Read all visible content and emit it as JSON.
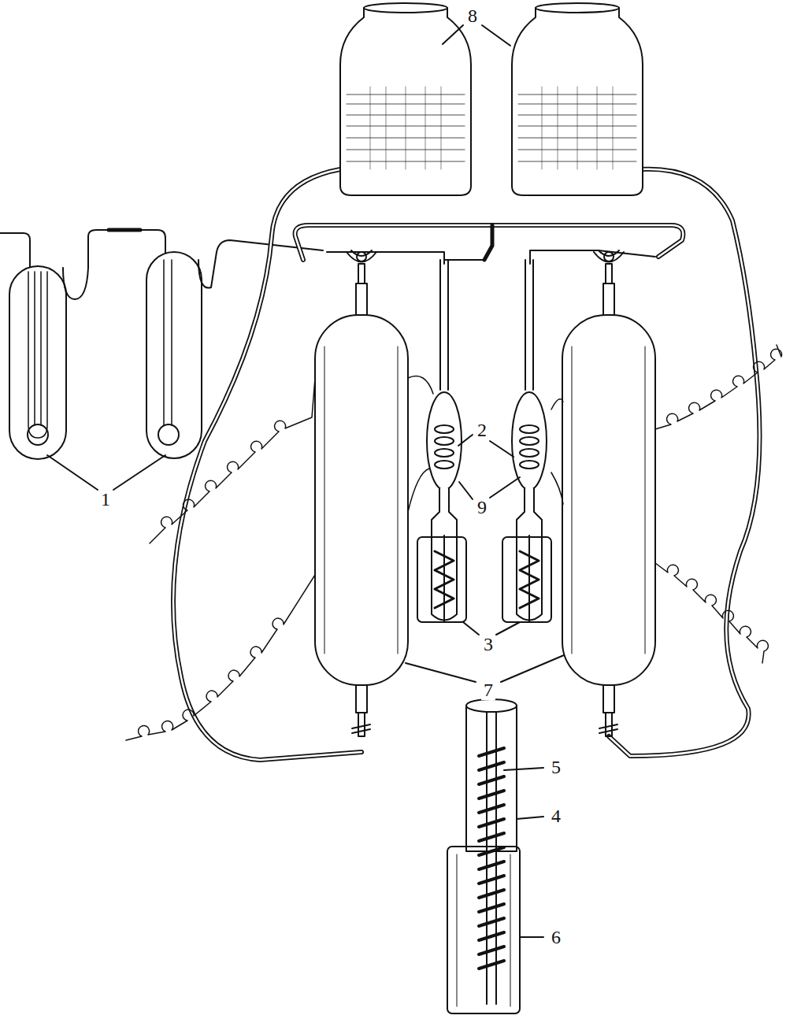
{
  "diagram": {
    "labels": [
      "8",
      "1",
      "2",
      "9",
      "3",
      "7",
      "5",
      "4",
      "6"
    ]
  }
}
